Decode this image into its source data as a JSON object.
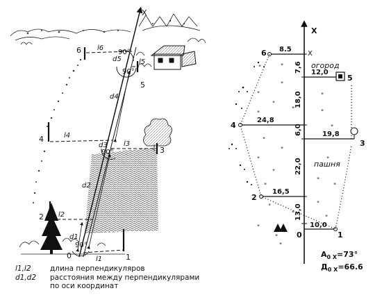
{
  "left": {
    "axis_label": "X",
    "origin": "0",
    "points": [
      "1",
      "2",
      "3",
      "4",
      "5",
      "6"
    ],
    "perp_labels": [
      "l1",
      "l2",
      "l3",
      "l4",
      "l5",
      "l6"
    ],
    "dist_labels": [
      "d1",
      "d2",
      "d3",
      "d4",
      "d5"
    ],
    "angle": "90°"
  },
  "right": {
    "axis_label": "X",
    "axis_label_top": "X",
    "origin": "0",
    "points": [
      "1",
      "2",
      "3",
      "4",
      "5",
      "6"
    ],
    "perp_values": [
      "10,0",
      "16,5",
      "19,8",
      "24,8",
      "12,0",
      "8.5"
    ],
    "axis_values": [
      "13,0",
      "22,0",
      "6,0",
      "18,0",
      "7,6"
    ],
    "area_labels": {
      "garden": "огород",
      "field": "пашня"
    }
  },
  "azimuth": {
    "line1": "A",
    "line1_sub": "0 X",
    "line1_value": "=73°",
    "line2": "Д",
    "line2_sub": "0 X",
    "line2_value": "=66.6"
  },
  "legend": [
    {
      "symbol": "l1,l2",
      "text": "длина перпендикуляров"
    },
    {
      "symbol": "d1,d2",
      "text": "расстояния между перпендикулярами"
    },
    {
      "symbol": "",
      "text": "по оси  координат"
    }
  ]
}
